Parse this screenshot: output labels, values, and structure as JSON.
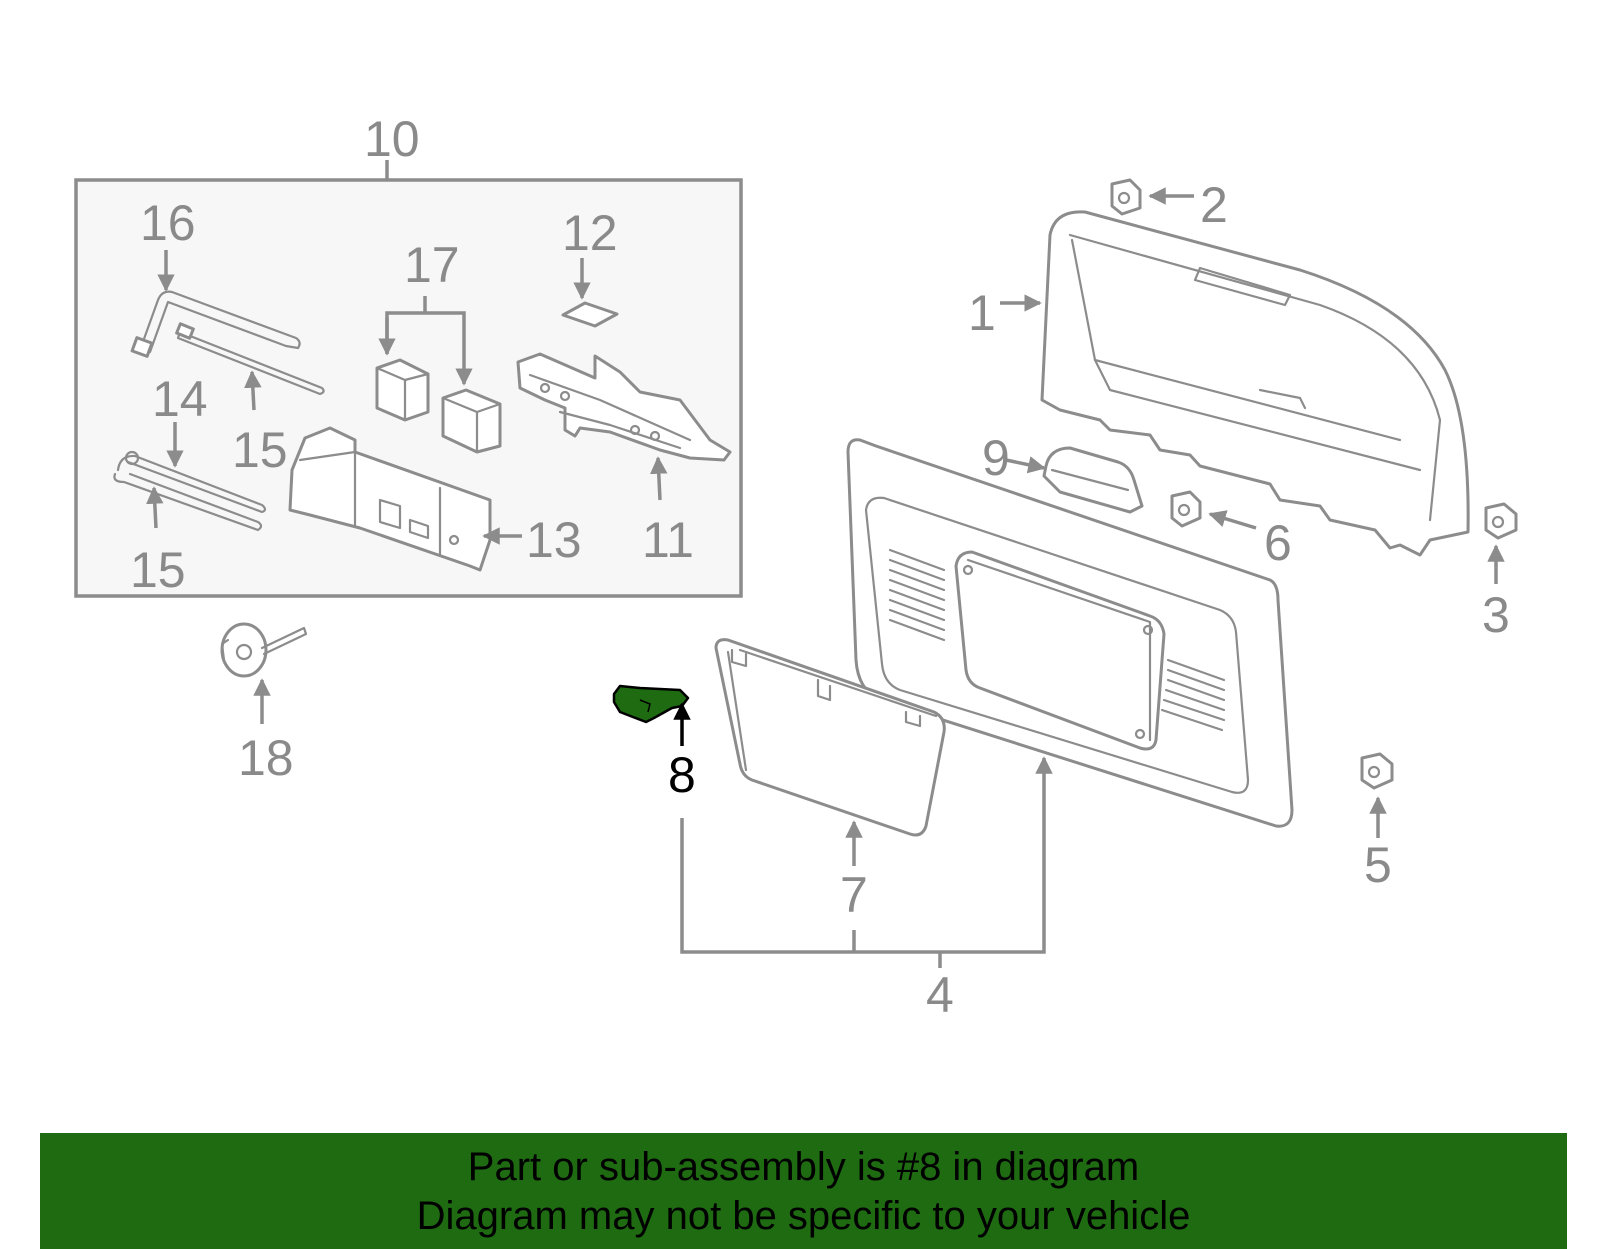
{
  "diagram": {
    "labels": {
      "p1": "1",
      "p2": "2",
      "p3": "3",
      "p4": "4",
      "p5": "5",
      "p6": "6",
      "p7": "7",
      "p8": "8",
      "p9": "9",
      "p10": "10",
      "p11": "11",
      "p12": "12",
      "p13": "13",
      "p14": "14",
      "p15a": "15",
      "p15b": "15",
      "p16": "16",
      "p17": "17",
      "p18": "18"
    },
    "highlighted_part": "8",
    "colors": {
      "line": "#8c8c8c",
      "highlight": "#1e6b12",
      "banner": "#1e6b12",
      "selected_label": "#000000"
    }
  },
  "banner": {
    "line1": "Part or sub-assembly is #8 in diagram",
    "line2": "Diagram may not be specific to your vehicle"
  }
}
